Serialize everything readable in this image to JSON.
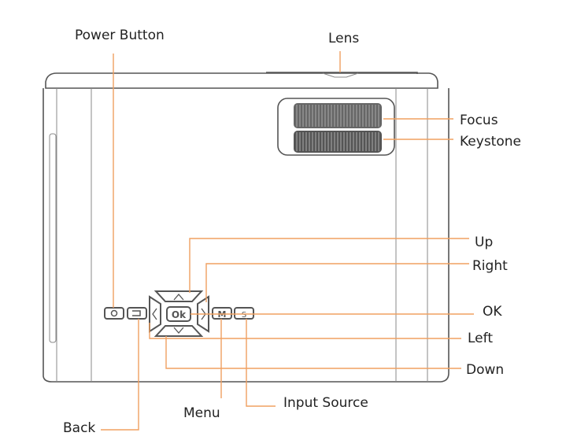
{
  "colors": {
    "leader": "#f0a060",
    "outline": "#555555",
    "knob": "#666666"
  },
  "labels": {
    "power": "Power Button",
    "lens": "Lens",
    "focus": "Focus",
    "keystone": "Keystone",
    "up": "Up",
    "right": "Right",
    "ok": "OK",
    "left": "Left",
    "down": "Down",
    "menu": "Menu",
    "input_source": "Input Source",
    "back": "Back"
  },
  "buttons": {
    "ok": "Ok",
    "menu": "M",
    "source": "S"
  }
}
